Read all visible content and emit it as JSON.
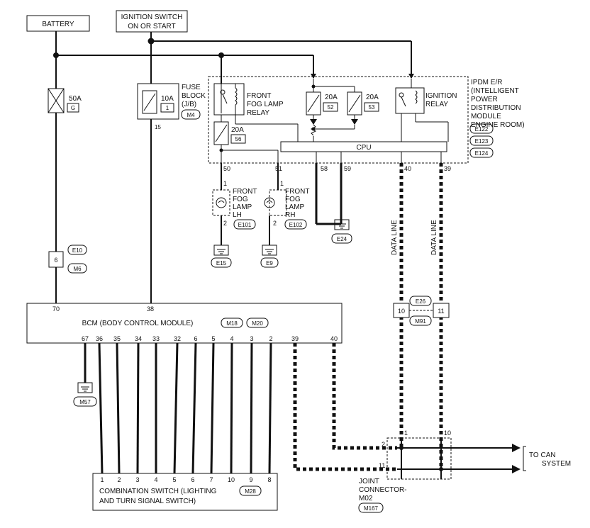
{
  "labels": {
    "battery": "BATTERY",
    "ign1": "IGNITION SWITCH",
    "ign2": "ON OR START",
    "fuse50a": "50A",
    "fuse50a_code": "G",
    "fuse10a": "10A",
    "fuse10a_code": "1",
    "fuse_block1": "FUSE",
    "fuse_block2": "BLOCK",
    "fuse_block3": "(J/B)",
    "fuse_block_conn": "M4",
    "fuse_block_pin": "15",
    "fog_relay1": "FRONT",
    "fog_relay2": "FOG LAMP",
    "fog_relay3": "RELAY",
    "fuse56": "20A",
    "fuse56_code": "56",
    "fuse52": "20A",
    "fuse52_code": "52",
    "fuse53": "20A",
    "fuse53_code": "53",
    "ign_relay1": "IGNITION",
    "ign_relay2": "RELAY",
    "ipdm1": "IPDM E/R",
    "ipdm2": "(INTELLIGENT",
    "ipdm3": "POWER",
    "ipdm4": "DISTRIBUTION",
    "ipdm5": "MODULE",
    "ipdm6": "ENGINE ROOM)",
    "e122": "E122",
    "e123": "E123",
    "e124": "E124",
    "cpu": "CPU",
    "pin50": "50",
    "pin51": "51",
    "pin58": "58",
    "pin59": "59",
    "pin40": "40",
    "pin39": "39",
    "lamp_lh1": "FRONT",
    "lamp_lh2": "FOG",
    "lamp_lh3": "LAMP",
    "lamp_lh4": "LH",
    "lamp_rh1": "FRONT",
    "lamp_rh2": "FOG",
    "lamp_rh3": "LAMP",
    "lamp_rh4": "RH",
    "e101": "E101",
    "e102": "E102",
    "e15": "E15",
    "e9": "E9",
    "e24": "E24",
    "lamp_pin1": "1",
    "lamp_pin2": "2",
    "data_line": "DATA LINE",
    "e10": "E10",
    "m6": "M6",
    "conn6": "6",
    "e26": "E26",
    "m91": "M91",
    "pin10": "10",
    "pin11": "11",
    "bcm_pin70": "70",
    "bcm_pin38": "38",
    "bcm": "BCM (BODY CONTROL MODULE)",
    "m18": "M18",
    "m20": "M20",
    "bcm_bottom_pins": [
      "67",
      "36",
      "35",
      "34",
      "33",
      "32",
      "6",
      "5",
      "4",
      "3",
      "2",
      "39",
      "40"
    ],
    "m57": "M57",
    "combo_pins": [
      "1",
      "2",
      "3",
      "4",
      "5",
      "6",
      "7",
      "10",
      "9",
      "8"
    ],
    "combo1": "COMBINATION SWITCH (LIGHTING",
    "combo2": "AND TURN SIGNAL SWITCH)",
    "m28": "M28",
    "jc_pin1": "1",
    "jc_pin10": "10",
    "jc_pin2": "2",
    "jc_pin11": "11",
    "jc1": "JOINT",
    "jc2": "CONNECTOR-",
    "jc3": "M02",
    "m167": "M167",
    "can1": "TO CAN",
    "can2": "SYSTEM"
  }
}
